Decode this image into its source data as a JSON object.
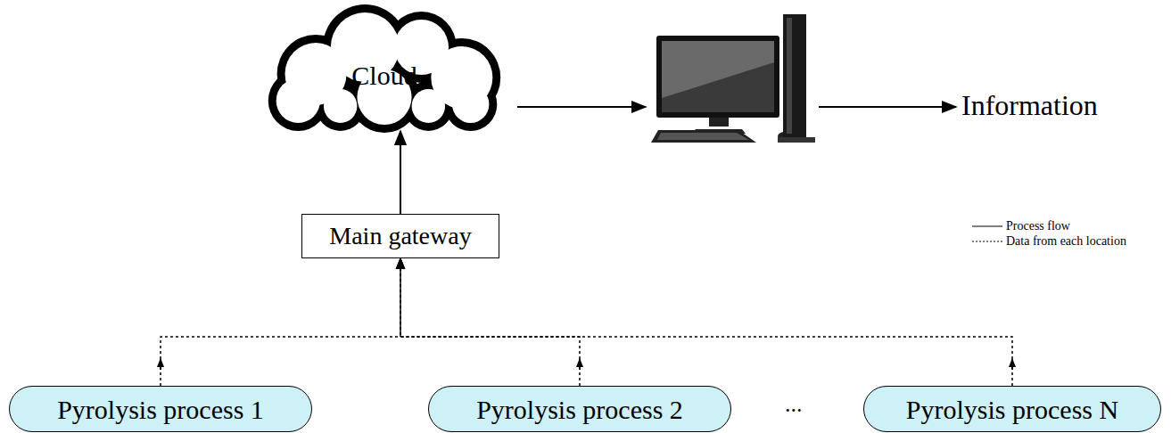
{
  "diagram": {
    "nodes": [
      {
        "text": [
          "Cloud"
        ]
      },
      {
        "text": [
          "Main gateway"
        ]
      },
      {
        "text": [
          "Pyrolysis process 1"
        ]
      },
      {
        "text": [
          "Pyrolysis process 2"
        ]
      },
      {
        "text": [
          "Pyrolysis process N"
        ]
      }
    ],
    "edges": [
      {
        "from": 1,
        "to": 0,
        "arrow": "to"
      },
      {
        "from": 2,
        "to": 1,
        "arrow": "to"
      },
      {
        "from": 3,
        "to": 1,
        "arrow": "to"
      },
      {
        "from": 4,
        "to": 1,
        "arrow": "to"
      }
    ],
    "labels": [
      "Information",
      "..."
    ],
    "legend": [
      {
        "text": "Process flow"
      },
      {
        "text": "Data from each location"
      }
    ]
  }
}
